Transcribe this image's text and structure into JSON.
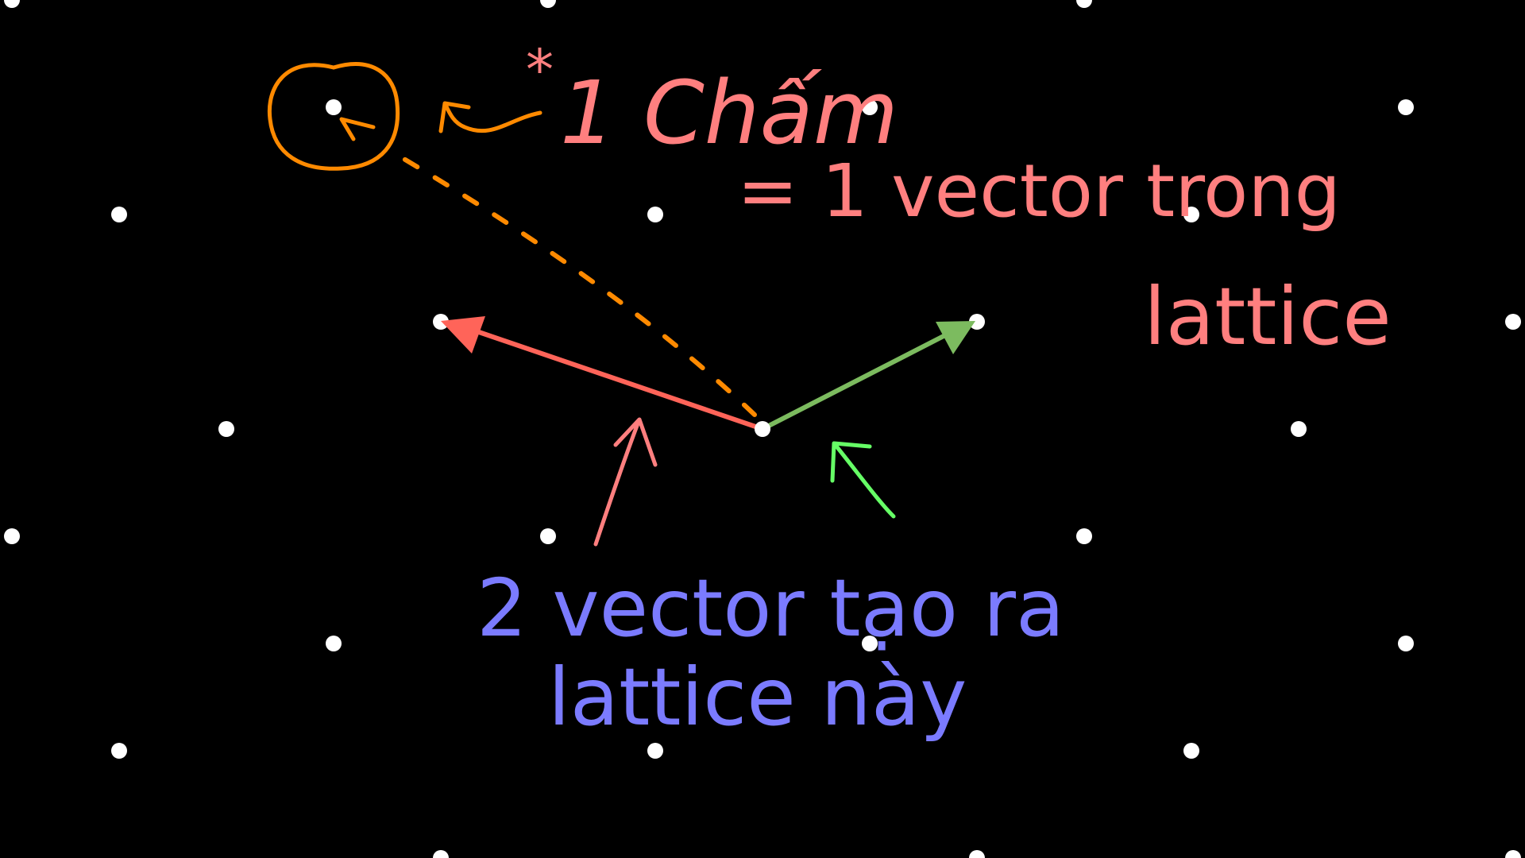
{
  "background": "#000000",
  "colors": {
    "dot": "#ffffff",
    "vector_red": "#ff6459",
    "vector_green": "#7cbb5f",
    "note_orange": "#ff8a00",
    "text_pink": "#ff7f7f",
    "text_blue": "#7b7bff",
    "arrow_green": "#66ff66"
  },
  "annotations": {
    "star": "*",
    "dot_note_line1": "1 Chấm",
    "dot_note_line2": "= 1 vector trong",
    "dot_note_line3": "lattice",
    "basis_note_line1": "2 vector tạo ra",
    "basis_note_line2": "lattice này"
  },
  "icons": {
    "lattice_point": "white-dot",
    "vector_arrow": "arrowhead"
  }
}
